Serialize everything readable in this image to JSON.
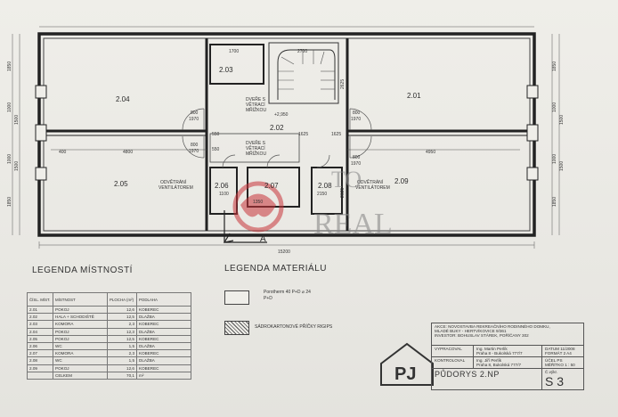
{
  "rooms": {
    "r201": "2.01",
    "r202": "2.02",
    "r203": "2.03",
    "r204": "2.04",
    "r205": "2.05",
    "r206": "2.06",
    "r207": "2.07",
    "r208": "2.08",
    "r209": "2.09"
  },
  "notes": {
    "dvere_vetraci": "DVEŘE S",
    "dvere_vetraci_2": "VĚTRACÍ",
    "dvere_vetraci_3": "MŘÍŽKOU",
    "odvetrani": "ODVĚTRÁNÍ",
    "odvetrani_2": "VENTILÁTOREM",
    "level": "+2,950",
    "section_mark": "A"
  },
  "dims": {
    "total_width": "15200",
    "d1700": "1700",
    "d2700": "2700",
    "d1625a": "1625",
    "d1625b": "1625",
    "d4800": "4800",
    "d4950": "4950",
    "d400": "400",
    "d550a": "550",
    "d550b": "550",
    "d800a": "800",
    "d1970a": "1970",
    "d800b": "800",
    "d1970b": "1970",
    "d800c": "800",
    "d1970c": "1970",
    "d800d": "800",
    "d1970d": "1970",
    "d1100": "1100",
    "d1350": "1350",
    "d2150": "2150",
    "d1850a": "1850",
    "d1000a": "1000",
    "d1500a": "1500",
    "d1850b": "1850",
    "d1000b": "1000",
    "d1500b": "1500",
    "d2625a": "2625",
    "d2625b": "2625",
    "d1000c": "1000",
    "d1000d": "1000",
    "d1500c": "1500",
    "d1500d": "1500",
    "d1850c": "1850",
    "d1850d": "1850"
  },
  "legend_rooms": {
    "title": "LEGENDA MÍSTNOSTÍ",
    "headers": [
      "ČÍSL. MÍST.",
      "MÍSTNOST",
      "PLOCHA (m²)",
      "PODLAHA"
    ],
    "rows": [
      [
        "2.01",
        "POKOJ",
        "12,6",
        "KOBEREC"
      ],
      [
        "2.02",
        "HALA + SCHODIŠTĚ",
        "12,5",
        "DLAŽBA"
      ],
      [
        "2.03",
        "KOMORA",
        "2,3",
        "KOBEREC"
      ],
      [
        "2.04",
        "POKOJ",
        "12,3",
        "DLAŽBA"
      ],
      [
        "2.05",
        "POKOJ",
        "12,5",
        "KOBEREC"
      ],
      [
        "2.06",
        "WC",
        "1,5",
        "DLAŽBA"
      ],
      [
        "2.07",
        "KOMORA",
        "2,3",
        "KOBEREC"
      ],
      [
        "2.08",
        "WC",
        "1,5",
        "DLAŽBA"
      ],
      [
        "2.09",
        "POKOJ",
        "12,6",
        "KOBEREC"
      ]
    ],
    "total_label": "CELKEM",
    "total_value": "70,1",
    "total_unit": "m²"
  },
  "legend_materials": {
    "title": "LEGENDA MATERIÁLU",
    "item1_line1": "Porotherm 40 P+D ⌀ 24",
    "item1_line2": "P+D",
    "item2": "SÁDROKARTONOVÉ PŘÍČKY RIGIPS"
  },
  "title_block": {
    "akce_label": "AKCE:",
    "akce_text": "NOVOSTAVBA REKREAČNÍHO RODINNÉHO DOMKU,",
    "akce_text2": "MLADÉ BUKY - HERTVÍKOVICE 9/361",
    "investor": "INVESTOR: BOHUSLAV STÁREK, POŘÍČANY 302",
    "vypracoval_label": "VYPRACOVAL",
    "vypracoval_name": "Ing. Martin Perlík",
    "vypracoval_addr": "Praha 8 - Bukolská 777/7",
    "kontroloval_label": "KONTROLOVAL",
    "kontroloval_name": "Ing. Jiří Perlík",
    "kontroloval_addr": "Praha 8, Bukolská 777/7",
    "datum_label": "DATUM",
    "datum_value": "11/2008",
    "format_label": "FORMÁT",
    "format_value": "2 A4",
    "ucel_label": "ÚČEL",
    "ucel_value": "PS",
    "meritko_label": "MĚŘÍTKO",
    "meritko_value": "1 : 50",
    "drawing_title": "PŮDORYS 2.NP",
    "cislo_label": "Č.výkr.",
    "sheet_number": "S 3",
    "logo_text": "PJ"
  },
  "watermark": {
    "line1": "TO",
    "line2": "REAL"
  },
  "colors": {
    "watermark": "#c8343a",
    "ink": "#2b2b2b"
  }
}
